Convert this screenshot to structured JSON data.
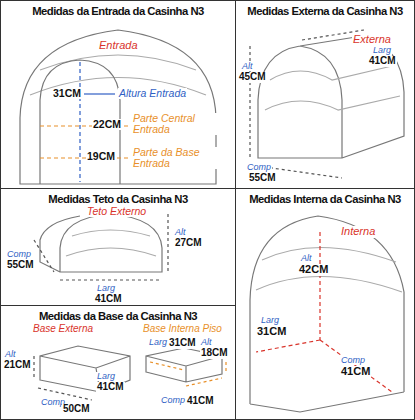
{
  "diagram": {
    "nodes": [
      {
        "text": [
          "Medidas da Entrada da Casinha N3"
        ]
      },
      {
        "text": [
          "Medidas Externa da Casinha N3"
        ]
      },
      {
        "text": [
          "Medidas Teto da Casinha N3"
        ]
      },
      {
        "text": [
          "Medidas da Base da Casinha N3"
        ]
      },
      {
        "text": [
          "Medidas Interna da Casinha N3"
        ]
      }
    ],
    "labels": [
      "Entrada",
      "31CM",
      "Altura Entrada",
      "22CM",
      "Parte Central Entrada",
      "19CM",
      "Parte da Base Entrada",
      "Externa",
      "Alt",
      "45CM",
      "Larg",
      "41CM",
      "Comp",
      "55CM",
      "Teto Externo",
      "Alt",
      "27CM",
      "Comp",
      "55CM",
      "Larg",
      "41CM",
      "Base Externa",
      "Alt",
      "21CM",
      "Comp",
      "50CM",
      "Larg",
      "41CM",
      "Base Interna Piso",
      "Larg",
      "31CM",
      "Alt",
      "18CM",
      "Comp",
      "41CM",
      "Interna",
      "Alt",
      "42CM",
      "Larg",
      "31CM",
      "Comp",
      "41CM"
    ]
  }
}
